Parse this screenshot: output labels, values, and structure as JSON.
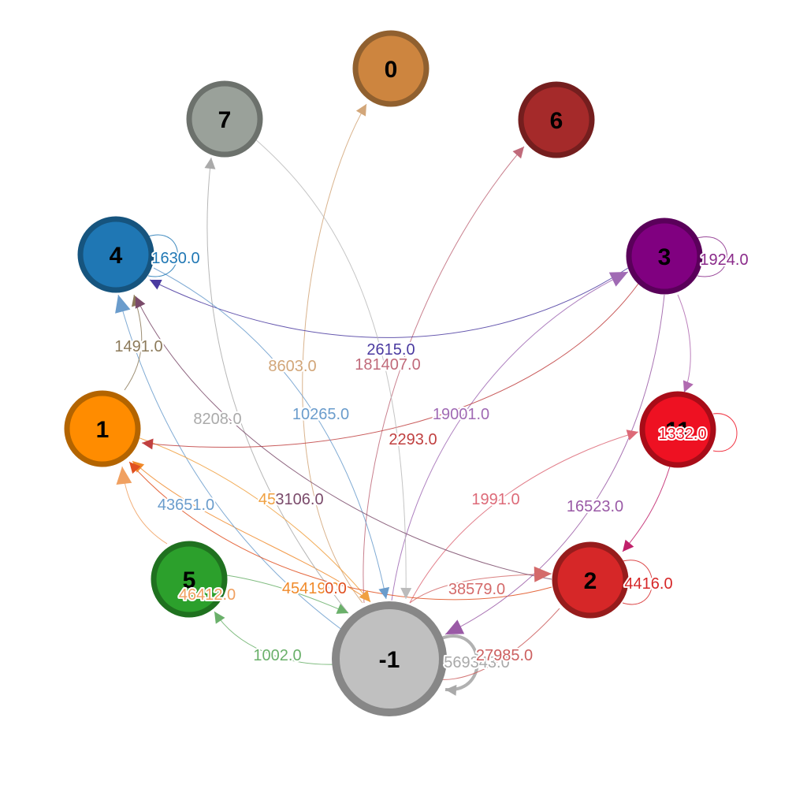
{
  "nodes": [
    {
      "id": "-1",
      "label": "-1",
      "fill": "#c0c0c0",
      "stroke": "#878787"
    },
    {
      "id": "0",
      "label": "0",
      "fill": "#cd853f",
      "stroke": "#90602f"
    },
    {
      "id": "1",
      "label": "1",
      "fill": "#ff8c00",
      "stroke": "#b36400"
    },
    {
      "id": "2",
      "label": "2",
      "fill": "#d62728",
      "stroke": "#961c1c"
    },
    {
      "id": "3",
      "label": "3",
      "fill": "#800080",
      "stroke": "#5a005a"
    },
    {
      "id": "4",
      "label": "4",
      "fill": "#1f77b4",
      "stroke": "#16547e"
    },
    {
      "id": "5",
      "label": "5",
      "fill": "#2ca02c",
      "stroke": "#1f711f"
    },
    {
      "id": "6",
      "label": "6",
      "fill": "#a52a2a",
      "stroke": "#741e1e"
    },
    {
      "id": "7",
      "label": "7",
      "fill": "#9aa19a",
      "stroke": "#6c716c"
    },
    {
      "id": "11",
      "label": "11",
      "fill": "#ee1122",
      "stroke": "#a80c18"
    }
  ],
  "edges": [
    {
      "source": "-1",
      "target": "-1",
      "label": "569343.0",
      "color": "#a9a9a9"
    },
    {
      "source": "-1",
      "target": "0",
      "label": "8603.0",
      "color": "#d2a679"
    },
    {
      "source": "-1",
      "target": "1",
      "label": "45419.0",
      "color": "#f08a2a"
    },
    {
      "source": "-1",
      "target": "2",
      "label": "38579.0",
      "color": "#d46a6a"
    },
    {
      "source": "-1",
      "target": "3",
      "label": "19001.0",
      "color": "#a06ab4"
    },
    {
      "source": "-1",
      "target": "4",
      "label": "43651.0",
      "color": "#6a9ccc"
    },
    {
      "source": "-1",
      "target": "5",
      "label": "1002.0",
      "color": "#6ab06a"
    },
    {
      "source": "-1",
      "target": "6",
      "label": "181407.0",
      "color": "#c06a7a"
    },
    {
      "source": "-1",
      "target": "7",
      "label": "8208.0",
      "color": "#aaaaaa"
    },
    {
      "source": "-1",
      "target": "11",
      "label": "1991.0",
      "color": "#dd6a78"
    },
    {
      "source": "1",
      "target": "-1",
      "label": "45",
      "color": "#f0a040"
    },
    {
      "source": "1",
      "target": "4",
      "label": "1491.0",
      "color": "#8c7a5a"
    },
    {
      "source": "2",
      "target": "-1",
      "label": "27985.0",
      "color": "#cc6060"
    },
    {
      "source": "2",
      "target": "1",
      "label": "0.0",
      "color": "#e05020"
    },
    {
      "source": "2",
      "target": "2",
      "label": "4416.0",
      "color": "#d62728"
    },
    {
      "source": "3",
      "target": "-1",
      "label": "16523.0",
      "color": "#9a5aa6"
    },
    {
      "source": "3",
      "target": "1",
      "label": "2293.0",
      "color": "#c04040"
    },
    {
      "source": "3",
      "target": "3",
      "label": "1924.0",
      "color": "#8a2a8a"
    },
    {
      "source": "3",
      "target": "4",
      "label": "2615.0",
      "color": "#4a3aa0"
    },
    {
      "source": "3",
      "target": "11",
      "label": "",
      "color": "#b06ab0"
    },
    {
      "source": "4",
      "target": "-1",
      "label": "10265.0",
      "color": "#6a9ccc"
    },
    {
      "source": "4",
      "target": "4",
      "label": "1630.0",
      "color": "#1f77b4"
    },
    {
      "source": "5",
      "target": "1",
      "label": "46412.0",
      "color": "#f0a060"
    },
    {
      "source": "5",
      "target": "-1",
      "label": "",
      "color": "#6ab06a"
    },
    {
      "source": "7",
      "target": "-1",
      "label": "",
      "color": "#bbbbbb"
    },
    {
      "source": "2",
      "target": "4",
      "label": "3106.0",
      "color": "#7a4a6a"
    },
    {
      "source": "11",
      "target": "2",
      "label": "",
      "color": "#c0206a"
    },
    {
      "source": "11",
      "target": "11",
      "label": "1332.0",
      "color": "#ee1122"
    }
  ]
}
